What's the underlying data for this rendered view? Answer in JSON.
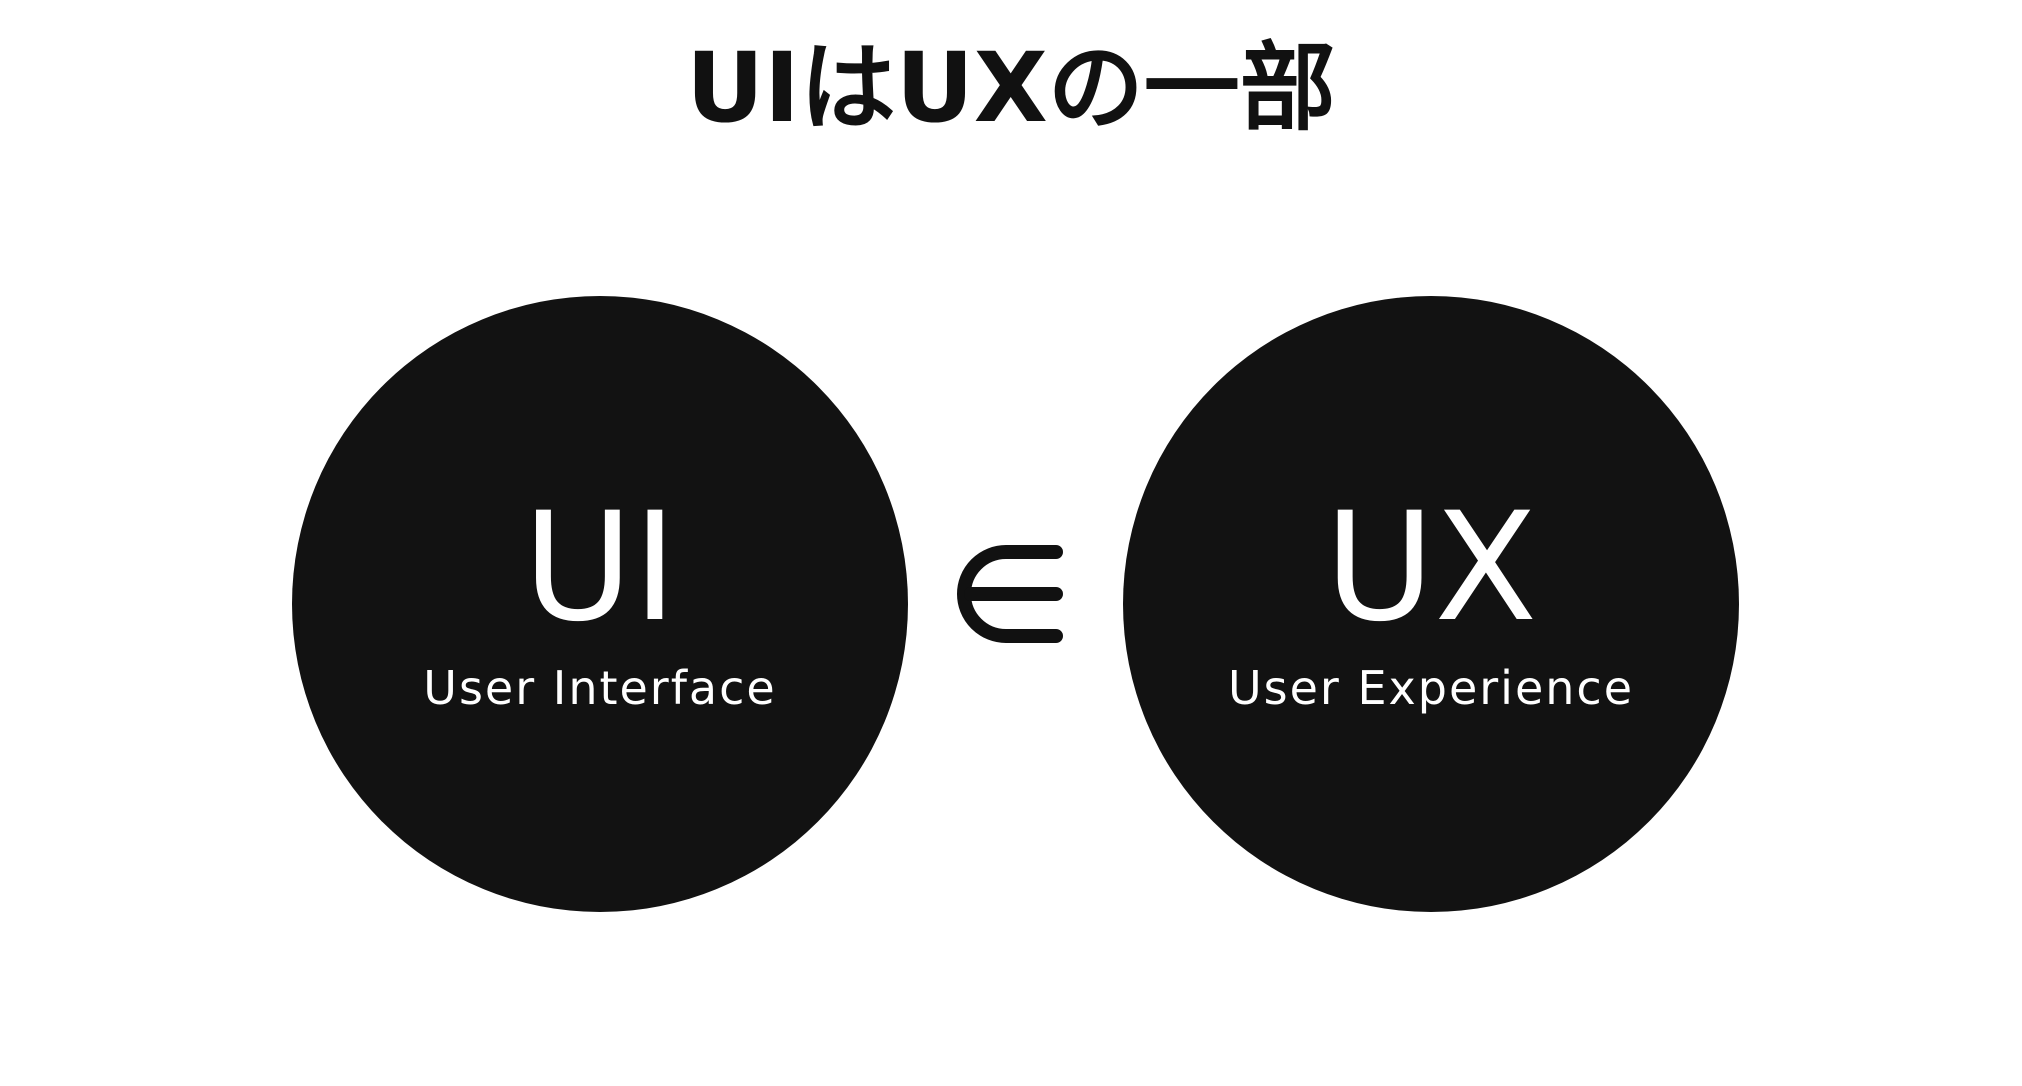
{
  "title": "UIはUXの一部",
  "left_circle": {
    "abbr": "UI",
    "full": "User Interface",
    "fill": "#121212"
  },
  "relation_symbol": "∈",
  "right_circle": {
    "abbr": "UX",
    "full": "User Experience",
    "fill": "#121212"
  },
  "colors": {
    "background": "#ffffff",
    "circle": "#121212",
    "circle_text": "#ffffff",
    "title_text": "#111111"
  }
}
